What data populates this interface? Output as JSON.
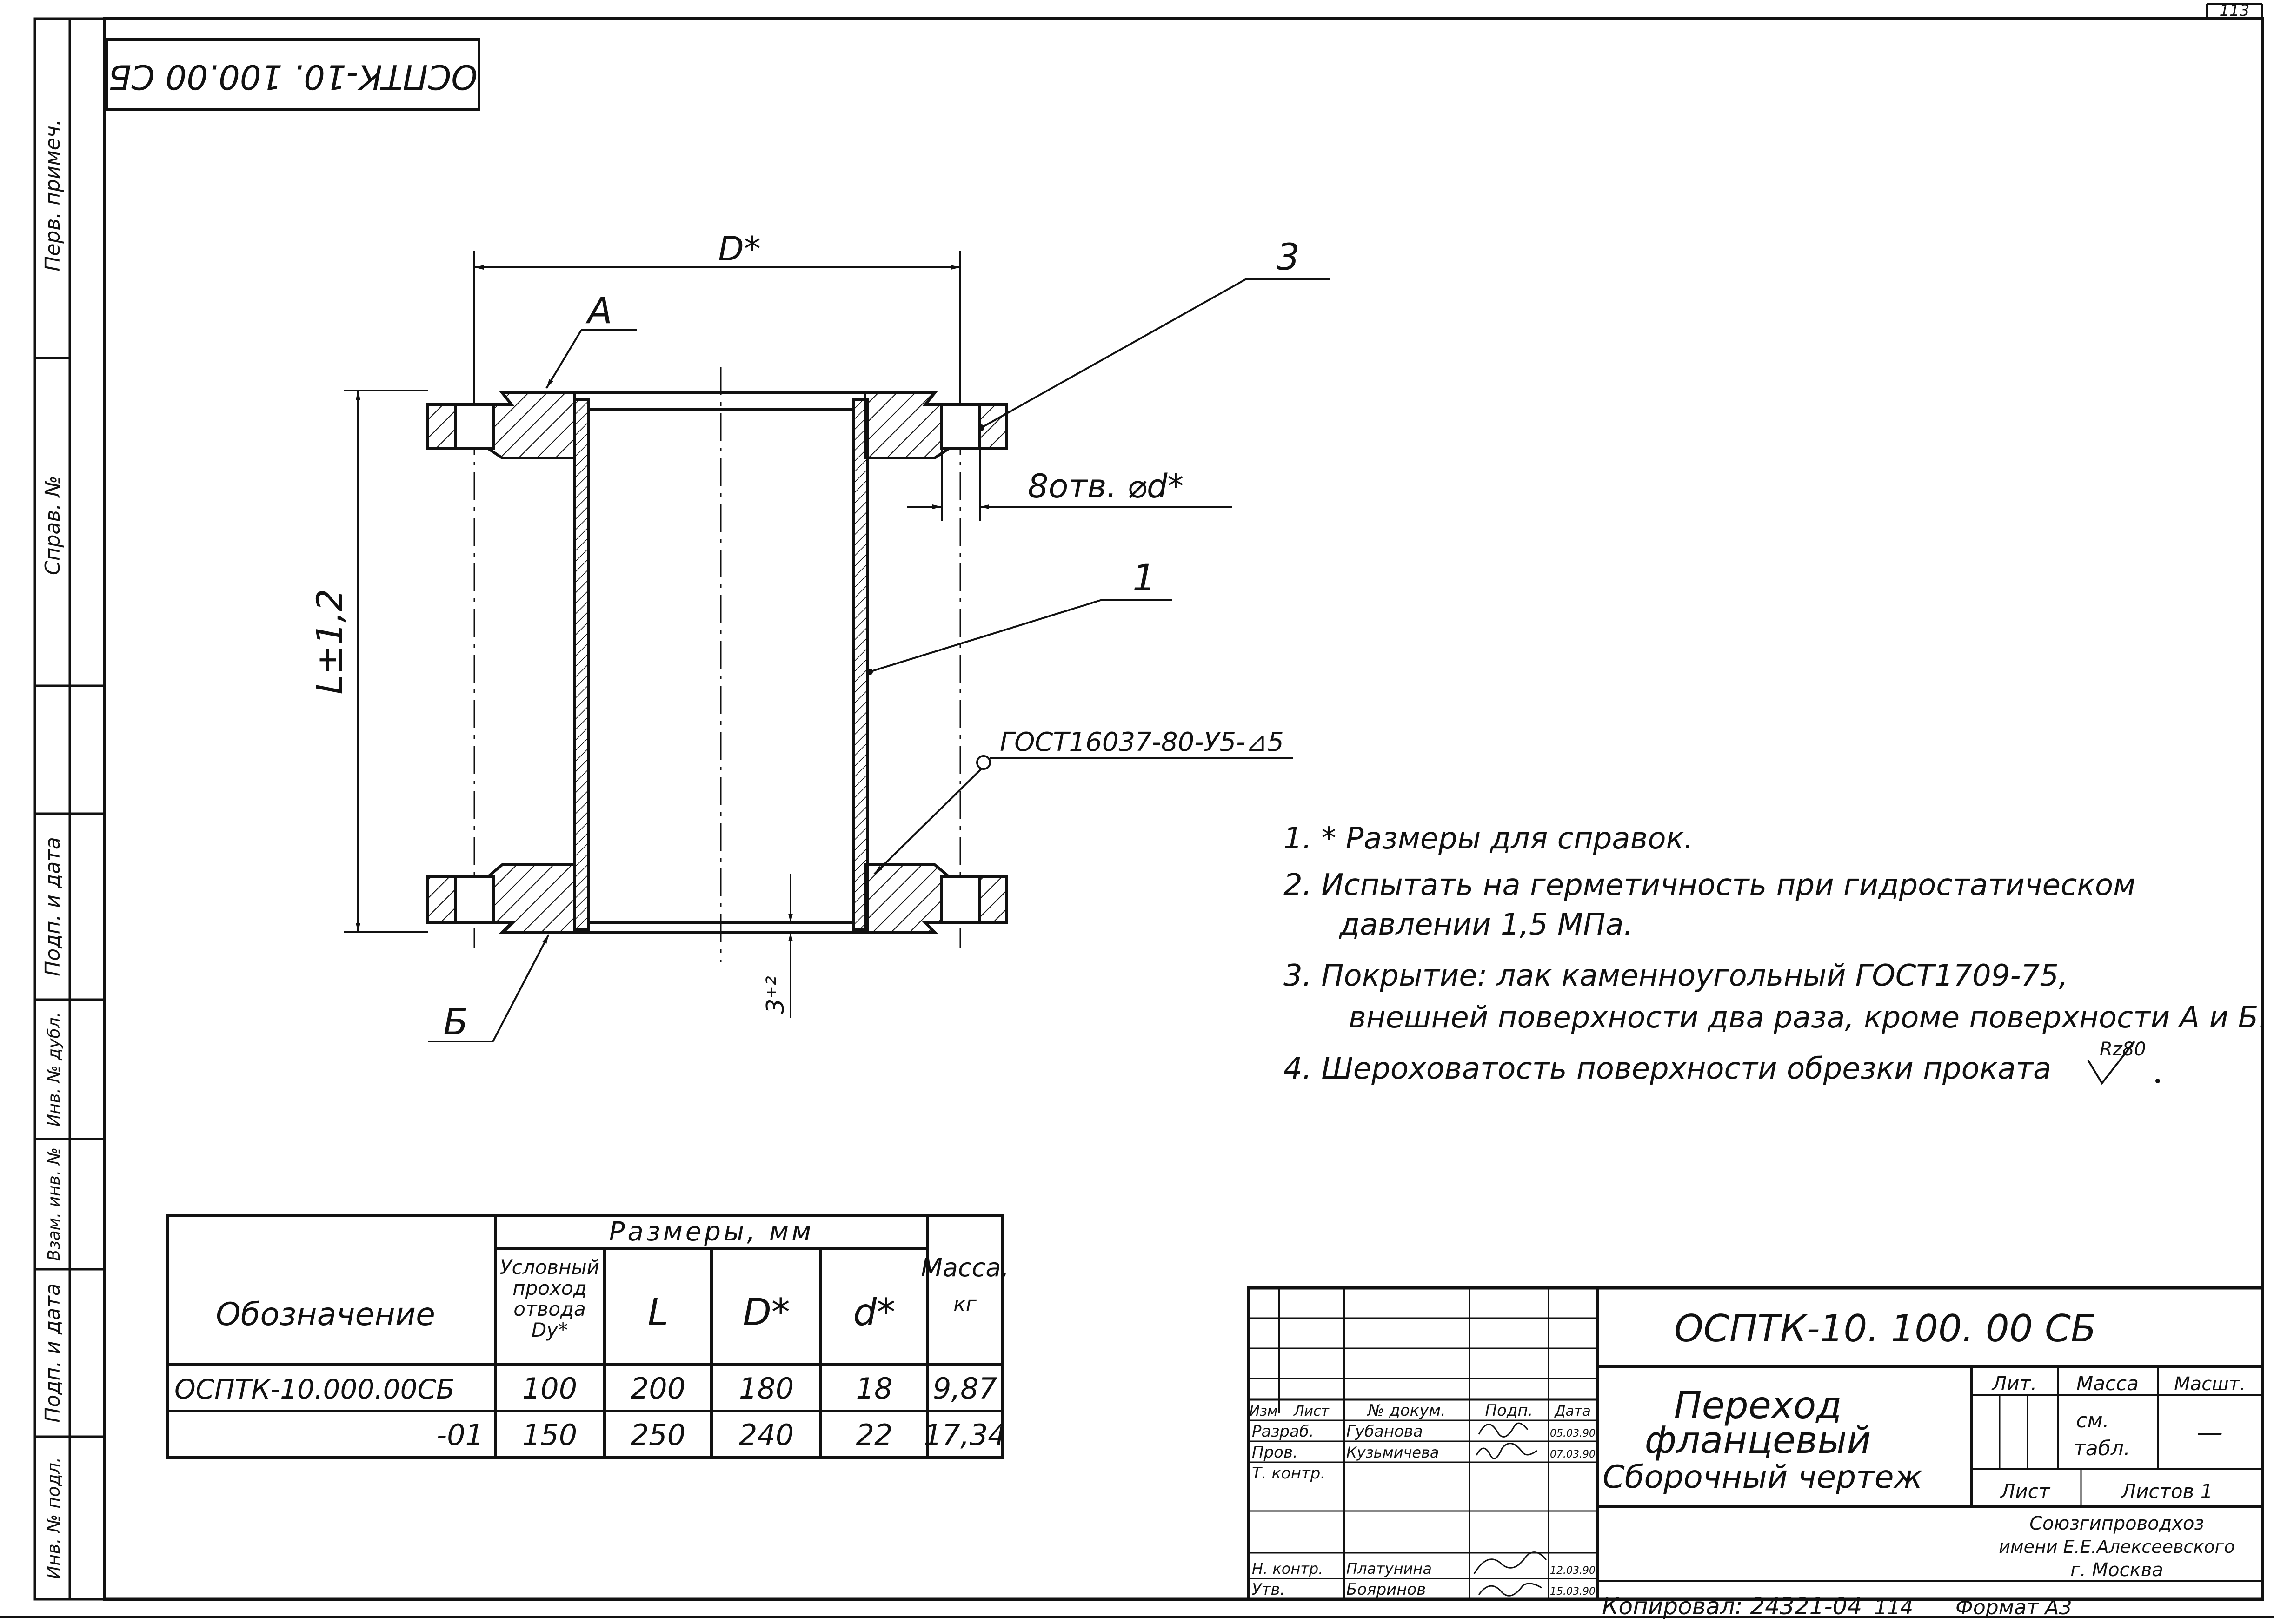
{
  "page_number": "113",
  "rotated_designation": "ОСПТК-10. 100.00 СБ",
  "side_stamp": [
    "Перв. примеч.",
    "Справ. №",
    "Подп. и дата",
    "Инв. № дубл.",
    "Взам. инв. №",
    "Подп. и дата",
    "Инв. № подл."
  ],
  "drawing": {
    "callouts": {
      "dim_D": "D*",
      "label_A": "A",
      "label_B": "Б",
      "pos_3": "3",
      "pos_1": "1",
      "holes": "8отв. ⌀d*",
      "dim_L": "L±1,2",
      "dim_3": "3⁺²",
      "weld": "ГОСТ16037-80-У5-⊿5"
    }
  },
  "notes": [
    "1. * Размеры для справок.",
    "2. Испытать на герметичность при гидростатическом",
    "давлении 1,5 МПа.",
    "3. Покрытие: лак каменноугольный ГОСТ1709-75,",
    "внешней поверхности два раза, кроме поверхности А и Б.",
    "4. Шероховатость поверхности обрезки проката"
  ],
  "roughness": "Rz80",
  "table": {
    "group_header": "Размеры, мм",
    "col_designation": "Обозначение",
    "col_du_lines": [
      "Условный",
      "проход",
      "отвода",
      "Dу*"
    ],
    "col_L": "L",
    "col_D": "D*",
    "col_d": "d*",
    "col_mass_lines": [
      "Масса,",
      "кг"
    ],
    "rows": [
      {
        "designation": "ОСПТК-10.000.00СБ",
        "du": "100",
        "L": "200",
        "D": "180",
        "d": "18",
        "mass": "9,87"
      },
      {
        "designation": "-01",
        "du": "150",
        "L": "250",
        "D": "240",
        "d": "22",
        "mass": "17,34"
      }
    ]
  },
  "title_block": {
    "designation": "ОСПТК-10. 100. 00 СБ",
    "name_lines": [
      "Переход",
      "фланцевый",
      "Сборочный чертеж"
    ],
    "headers": {
      "izm": "Изм",
      "list": "Лист",
      "doc": "№ докум.",
      "sign": "Подп.",
      "date": "Дата"
    },
    "roles": [
      {
        "role": "Разраб.",
        "name": "Губанова",
        "date": "05.03.90"
      },
      {
        "role": "Пров.",
        "name": "Кузьмичева",
        "date": "07.03.90"
      },
      {
        "role": "Т. контр.",
        "name": "",
        "date": ""
      },
      {
        "role": "Н. контр.",
        "name": "Платунина",
        "date": "12.03.90"
      },
      {
        "role": "Утв.",
        "name": "Бояринов",
        "date": "15.03.90"
      }
    ],
    "lit_label": "Лит.",
    "mass_label": "Масса",
    "scale_label": "Масшт.",
    "mass_value_lines": [
      "см.",
      "табл."
    ],
    "scale_value": "—",
    "sheet_label": "Лист",
    "sheets_label": "Листов 1",
    "org_lines": [
      "Союзгипроводхоз",
      "имени Е.Е.Алексеевского",
      "г. Москва"
    ]
  },
  "footer": {
    "copied": "Копировал: 24321-04",
    "num": "114",
    "format": "Формат А3"
  }
}
